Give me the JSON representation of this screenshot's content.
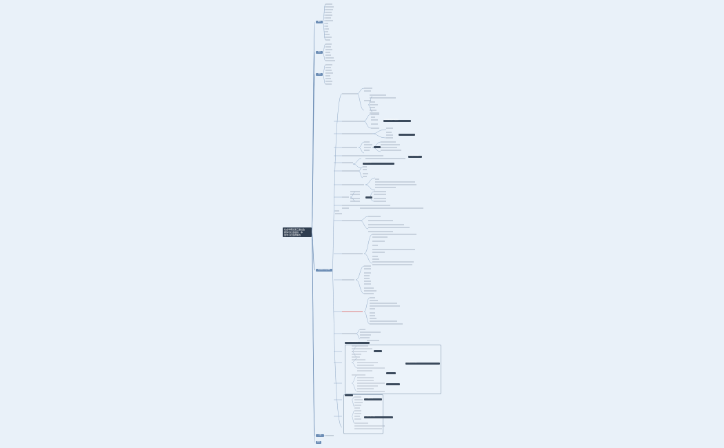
{
  "root": {
    "lines": [
      "社会学概论第三章社会",
      "群体与社会组织，本",
      "章学习社会群体的"
    ]
  },
  "branches": [
    {
      "key": "b1",
      "label": "概念"
    },
    {
      "key": "b2",
      "label": "特征"
    },
    {
      "key": "b3",
      "label": "分类"
    },
    {
      "key": "b4",
      "label": "社会群体与社会组织"
    },
    {
      "key": "b5",
      "label": "小结"
    },
    {
      "key": "b6",
      "label": "思考"
    }
  ],
  "notes": [
    "社会群体的本质特征与类型划分",
    "初级群体与次级群体的比较",
    "社会组织的结构与功能",
    "科层制的基本特征",
    "非正式组织的作用",
    "社会组织的运行与管理",
    "群体规范与群体凝聚力"
  ]
}
